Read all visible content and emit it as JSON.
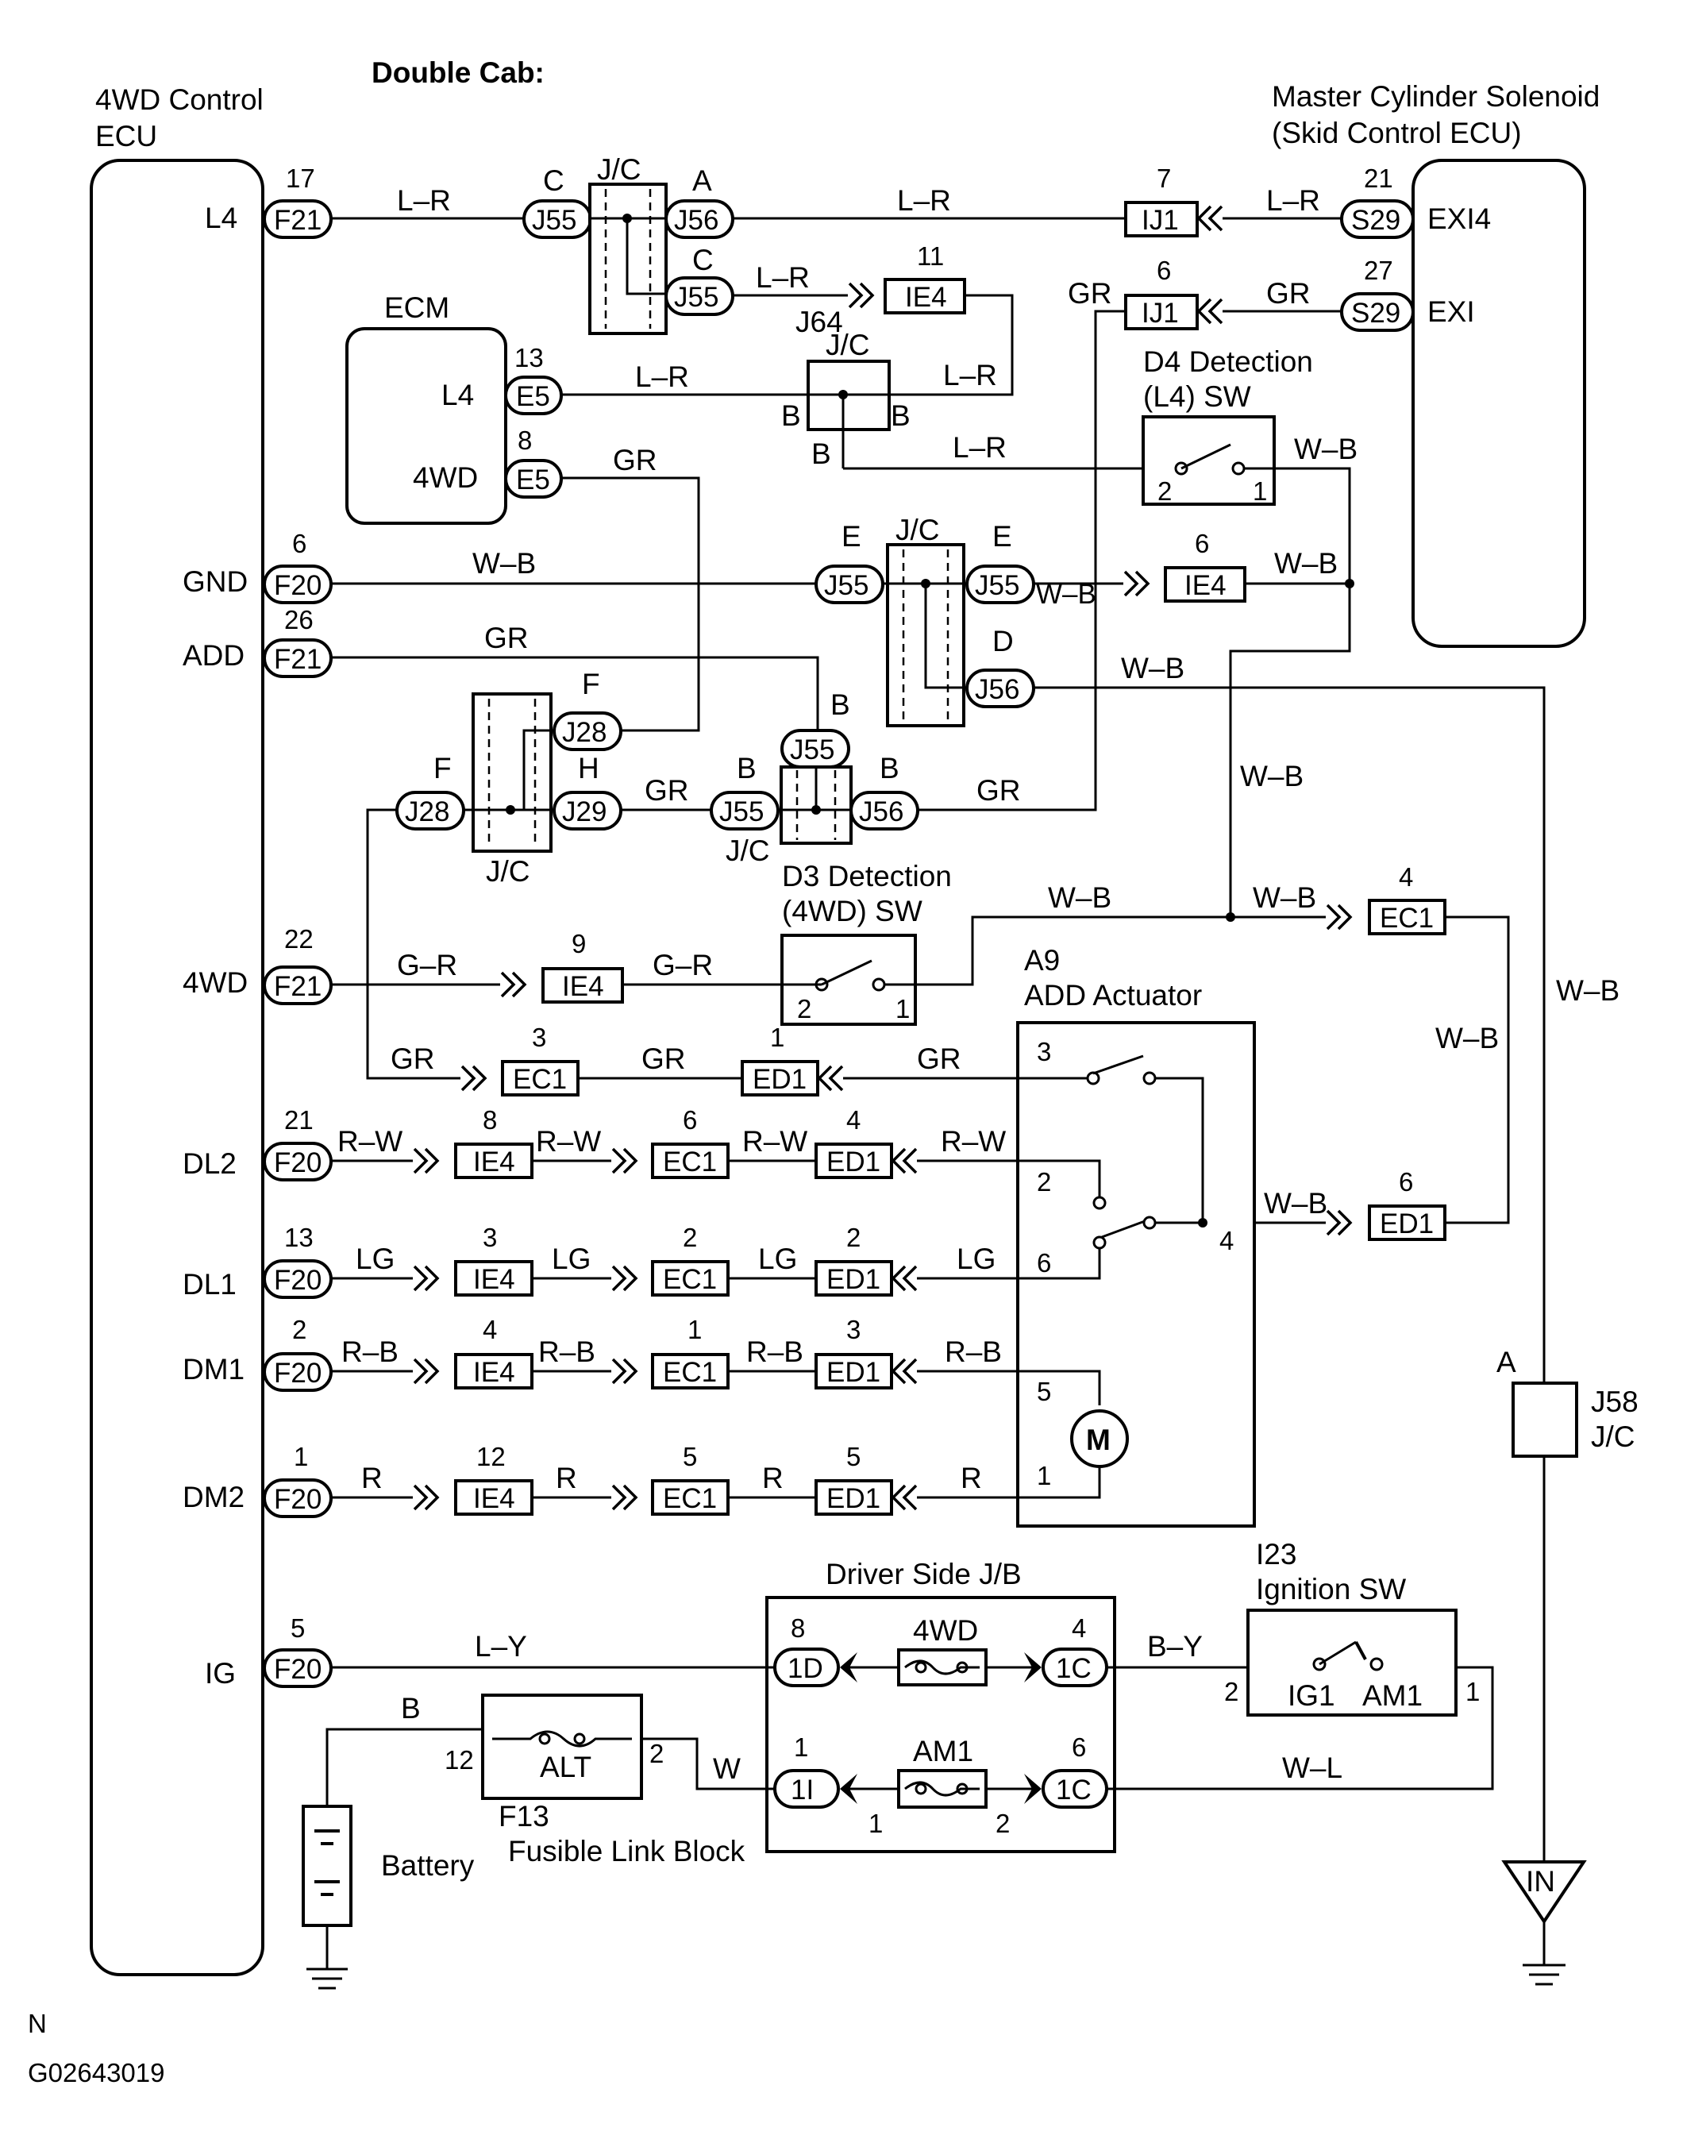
{
  "header": {
    "title": "Double Cab:"
  },
  "ecu": {
    "name_line1": "4WD Control",
    "name_line2": "ECU"
  },
  "master": {
    "name_line1": "Master Cylinder Solenoid",
    "name_line2": "(Skid Control ECU)",
    "pin1": "EXI4",
    "pin2": "EXI"
  },
  "ecm": {
    "name": "ECM",
    "pin1": "L4",
    "pin2": "4WD"
  },
  "ecu_pins": {
    "L4": "L4",
    "GND": "GND",
    "ADD": "ADD",
    "4WD": "4WD",
    "DL2": "DL2",
    "DL1": "DL1",
    "DM1": "DM1",
    "DM2": "DM2",
    "IG": "IG"
  },
  "connectors": {
    "F21": "F21",
    "F20": "F20",
    "J55": "J55",
    "J56": "J56",
    "J28": "J28",
    "J29": "J29",
    "E5": "E5",
    "S29": "S29",
    "IJ1": "IJ1",
    "IE4": "IE4",
    "EC1": "EC1",
    "ED1": "ED1",
    "c1D": "1D",
    "c1C": "1C",
    "c1I": "1I",
    "JC": "J/C"
  },
  "pin_numbers": {
    "n17": "17",
    "n6": "6",
    "n26": "26",
    "n22": "22",
    "n21": "21",
    "n13": "13",
    "n2": "2",
    "n1": "1",
    "n5": "5",
    "n7": "7",
    "n27": "27",
    "n11": "11",
    "n8": "8",
    "n9": "9",
    "n3": "3",
    "n4": "4",
    "n12": "12"
  },
  "letters": {
    "A": "A",
    "B": "B",
    "C": "C",
    "D": "D",
    "E": "E",
    "F": "F",
    "H": "H"
  },
  "wires": {
    "LR": "L–R",
    "GR": "GR",
    "WB": "W–B",
    "GR_": "G–R",
    "RW": "R–W",
    "LG": "LG",
    "RB": "R–B",
    "R": "R",
    "LY": "L–Y",
    "BY": "B–Y",
    "B": "B",
    "W": "W",
    "WL": "W–L"
  },
  "j64": {
    "label": "J64"
  },
  "d4": {
    "line1": "D4 Detection",
    "line2": "(L4) SW"
  },
  "d3": {
    "line1": "D3 Detection",
    "line2": "(4WD) SW"
  },
  "a9": {
    "code": "A9",
    "name": "ADD Actuator",
    "motor": "M"
  },
  "j58": {
    "letter": "A",
    "code": "J58",
    "jc": "J/C"
  },
  "jb": {
    "name": "Driver Side J/B",
    "fuse1": "4WD",
    "fuse2": "AM1"
  },
  "ign": {
    "code": "I23",
    "name": "Ignition SW",
    "pin1": "IG1",
    "pin2": "AM1"
  },
  "fusible": {
    "inner": "ALT",
    "code": "F13",
    "name": "Fusible Link Block"
  },
  "battery": {
    "name": "Battery"
  },
  "ground_in": {
    "label": "IN"
  },
  "footer": {
    "n": "N",
    "code": "G02643019"
  }
}
